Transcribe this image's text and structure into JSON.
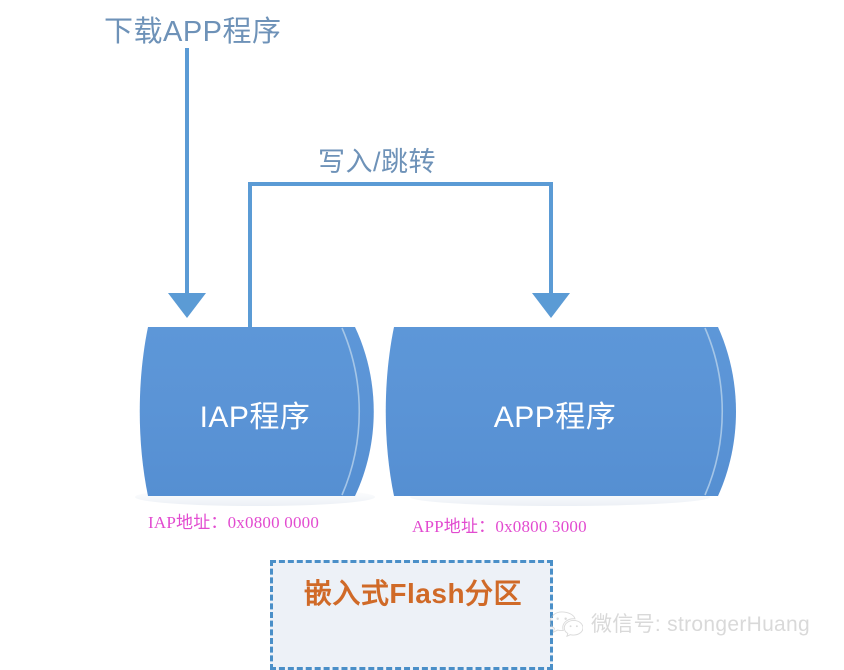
{
  "diagram": {
    "title_label": "下载APP程序",
    "connector_label": "写入/跳转",
    "cylinders": [
      {
        "id": "iap",
        "label": "IAP程序",
        "address_label": "IAP地址：0x0800 0000"
      },
      {
        "id": "app",
        "label": "APP程序",
        "address_label": "APP地址：0x0800 3000"
      }
    ],
    "partition_box": {
      "label": "嵌入式Flash分区"
    },
    "watermark": {
      "icon": "wechat-icon",
      "text": "微信号: strongerHuang"
    },
    "colors": {
      "cylinder_fill": "#5B94D6",
      "arrow": "#5B9BD5",
      "heading_text": "#6E92B8",
      "address_text": "#E24BD0",
      "partition_border": "#4A8FC8",
      "partition_fill": "#EDF1F7",
      "partition_text": "#D06A28",
      "watermark_text": "#D9D9D9"
    }
  }
}
